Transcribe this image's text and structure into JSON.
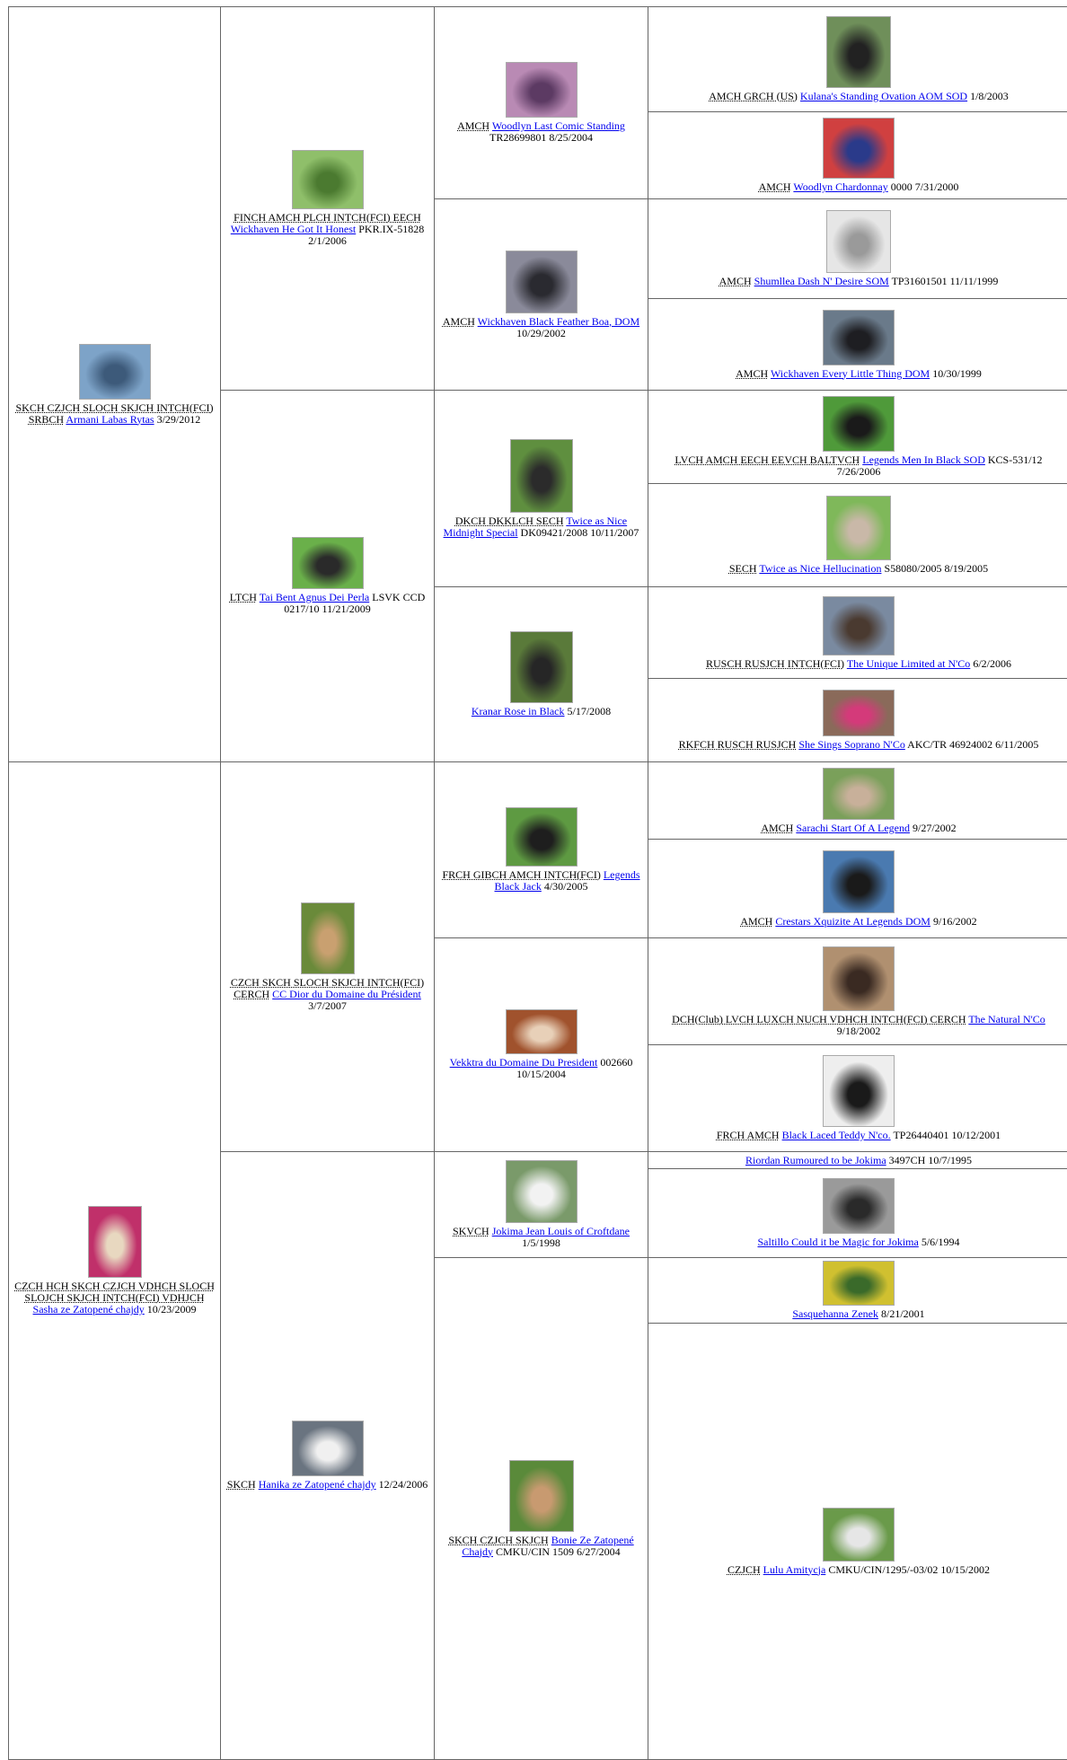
{
  "pedigree": {
    "sire": {
      "titles": "SKCH CZJCH SLOCH SKJCH INTCH(FCI) SRBCH",
      "name": "Armani Labas Rytas",
      "info": "3/29/2012",
      "photo_colors": [
        "#7da3c8",
        "#3d5a7a"
      ],
      "sire": {
        "titles": "FINCH AMCH PLCH INTCH(FCI) EECH",
        "name": "Wickhaven He Got It Honest",
        "info": "PKR.IX-51828 2/1/2006",
        "photo_colors": [
          "#8fbf6a",
          "#4b7a30"
        ],
        "sire": {
          "titles": "AMCH",
          "name": "Woodlyn Last Comic Standing",
          "info": "TR28699801 8/25/2004",
          "photo_colors": [
            "#b98ab4",
            "#5c3a63"
          ],
          "sire": {
            "titles": "AMCH GRCH (US)",
            "name": "Kulana's Standing Ovation AOM SOD",
            "info": "1/8/2003",
            "photo_colors": [
              "#6f8f5a",
              "#222222"
            ]
          },
          "dam": {
            "titles": "AMCH",
            "name": "Woodlyn Chardonnay",
            "info": "0000 7/31/2000",
            "photo_colors": [
              "#d04040",
              "#2a3a8a"
            ]
          }
        },
        "dam": {
          "titles": "AMCH",
          "name": "Wickhaven Black Feather Boa, DOM",
          "info": "10/29/2002",
          "photo_colors": [
            "#8a8a9a",
            "#2a2a30"
          ],
          "sire": {
            "titles": "AMCH",
            "name": "Shumllea Dash N' Desire SOM",
            "info": "TP31601501 11/11/1999",
            "photo_colors": [
              "#e6e6e6",
              "#9a9a9a"
            ]
          },
          "dam": {
            "titles": "AMCH",
            "name": "Wickhaven Every Little Thing DOM",
            "info": "10/30/1999",
            "photo_colors": [
              "#6a7a8a",
              "#1e1e22"
            ]
          }
        }
      },
      "dam": {
        "titles": "LTCH",
        "name": "Tai Bent Agnus Dei Perla",
        "info": "LSVK CCD 0217/10 11/21/2009",
        "photo_colors": [
          "#6ab04a",
          "#2a2a2a"
        ],
        "sire": {
          "titles": "DKCH DKKLCH SECH",
          "name": "Twice as Nice Midnight Special",
          "info": "DK09421/2008 10/11/2007",
          "photo_colors": [
            "#5f8f3f",
            "#2b2b2b"
          ],
          "sire": {
            "titles": "LVCH AMCH EECH EEVCH BALTVCH",
            "name": "Legends Men In Black SOD",
            "info": "KCS-531/12 7/26/2006",
            "photo_colors": [
              "#4f9a3a",
              "#1a1a1a"
            ]
          },
          "dam": {
            "titles": "SECH",
            "name": "Twice as Nice Hellucination",
            "info": "S58080/2005 8/19/2005",
            "photo_colors": [
              "#7fb85a",
              "#c9b8a8"
            ]
          }
        },
        "dam": {
          "titles": "",
          "name": "Kranar Rose in Black",
          "info": "5/17/2008",
          "photo_colors": [
            "#5a7a3a",
            "#262626"
          ],
          "sire": {
            "titles": "RUSCH RUSJCH INTCH(FCI)",
            "name": "The Unique Limited at N'Co",
            "info": "6/2/2006",
            "photo_colors": [
              "#7a8aa0",
              "#4a3a30"
            ]
          },
          "dam": {
            "titles": "RKFCH RUSCH RUSJCH",
            "name": "She Sings Soprano N'Co",
            "info": "AKC/TR 46924002 6/11/2005",
            "photo_colors": [
              "#8a6a5a",
              "#d43a7a"
            ]
          }
        }
      }
    },
    "dam": {
      "titles": "CZCH HCH SKCH CZJCH VDHCH SLOCH SLOJCH SKJCH INTCH(FCI) VDHJCH",
      "name": "Sasha ze Zatopené chajdy",
      "info": "10/23/2009",
      "photo_colors": [
        "#c0306a",
        "#e8d8c0"
      ],
      "sire": {
        "titles": "CZCH SKCH SLOCH SKJCH INTCH(FCI) CERCH",
        "name": "CC Dior du Domaine du Président",
        "info": "3/7/2007",
        "photo_colors": [
          "#6a8a3a",
          "#c9a070"
        ],
        "sire": {
          "titles": "FRCH GIBCH AMCH INTCH(FCI)",
          "name": "Legends Black Jack",
          "info": "4/30/2005",
          "photo_colors": [
            "#5e9a42",
            "#1e1e1e"
          ],
          "sire": {
            "titles": "AMCH",
            "name": "Sarachi Start Of A Legend",
            "info": "9/27/2002",
            "photo_colors": [
              "#7aa05a",
              "#c8b09a"
            ]
          },
          "dam": {
            "titles": "AMCH",
            "name": "Crestars Xquizite At Legends DOM",
            "info": "9/16/2002",
            "photo_colors": [
              "#4a7ab0",
              "#1a1a1a"
            ]
          }
        },
        "dam": {
          "titles": "",
          "name": "Vekktra du Domaine Du President",
          "info": "002660 10/15/2004",
          "photo_colors": [
            "#a0522d",
            "#e8d0b8"
          ],
          "sire": {
            "titles": "DCH(Club) LVCH LUXCH NUCH VDHCH INTCH(FCI) CERCH",
            "name": "The Natural N'Co",
            "info": "9/18/2002",
            "photo_colors": [
              "#b09070",
              "#3a2a22"
            ]
          },
          "dam": {
            "titles": "FRCH AMCH",
            "name": "Black Laced Teddy N'co.",
            "info": "TP26440401 10/12/2001",
            "photo_colors": [
              "#eeeeee",
              "#1a1a1a"
            ]
          }
        }
      },
      "dam": {
        "titles": "SKCH",
        "name": "Hanika ze Zatopené chajdy",
        "info": "12/24/2006",
        "photo_colors": [
          "#6a7480",
          "#f0f0f0"
        ],
        "sire": {
          "titles": "SKVCH",
          "name": "Jokima Jean Louis of Croftdane",
          "info": "1/5/1998",
          "photo_colors": [
            "#7a9a6a",
            "#f2f2f2"
          ],
          "sire": {
            "titles": "",
            "name": "Riordan Rumoured to be Jokima",
            "info": "3497CH 10/7/1995",
            "photo_colors": []
          },
          "dam": {
            "titles": "",
            "name": "Saltillo Could it be Magic for Jokima",
            "info": "5/6/1994",
            "photo_colors": [
              "#9a9a9a",
              "#2a2a2a"
            ]
          }
        },
        "dam": {
          "titles": "SKCH CZJCH SKJCH",
          "name": "Bonie Ze Zatopené Chajdy",
          "info": "CMKU/CIN 1509 6/27/2004",
          "photo_colors": [
            "#5a8a3a",
            "#c89a70"
          ],
          "sire": {
            "titles": "",
            "name": "Sasquehanna Zenek",
            "info": "8/21/2001",
            "photo_colors": [
              "#d0c030",
              "#3a6a2a"
            ]
          },
          "dam": {
            "titles": "CZJCH",
            "name": "Lulu Amitycja",
            "info": "CMKU/CIN/1295/-03/02 10/15/2002",
            "photo_colors": [
              "#6a9a4a",
              "#e6e6e6"
            ]
          }
        }
      }
    }
  }
}
